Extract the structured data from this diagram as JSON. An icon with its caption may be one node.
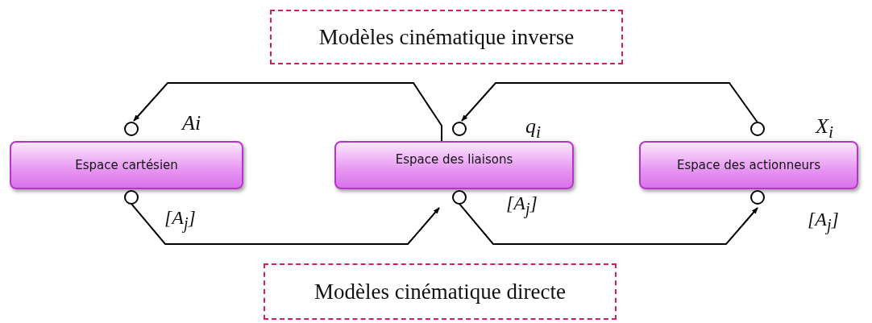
{
  "diagram": {
    "nodes": [
      {
        "text": [
          "Modèles cinématique inverse"
        ]
      },
      {
        "text": [
          "Espace cartésien"
        ],
        "beside": [
          "Ai",
          "[A$_{j}$]"
        ]
      },
      {
        "text": [
          "Espace des liaisons"
        ],
        "beside": [
          "q$_{i}$",
          "[A$_{j}$]"
        ]
      },
      {
        "text": [
          "Espace des actionneurs"
        ],
        "beside": [
          "X$_{i}$",
          "[A$_{j}$]"
        ]
      },
      {
        "text": [
          "Modèles cinématique directe"
        ]
      }
    ],
    "edges": [
      {
        "from": 2,
        "to": 1,
        "arrow": "to"
      },
      {
        "from": 3,
        "to": 2,
        "arrow": "to"
      },
      {
        "from": 1,
        "to": 2,
        "arrow": "to"
      },
      {
        "from": 2,
        "to": 3,
        "arrow": "to"
      }
    ]
  }
}
